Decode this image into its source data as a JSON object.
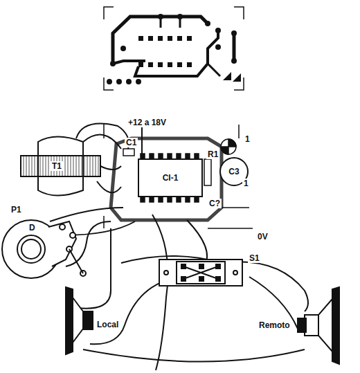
{
  "diagram": {
    "nodes": [
      {
        "text": [
          "T1"
        ]
      },
      {
        "text": [
          "CI-1"
        ]
      },
      {
        "text": [
          "C3"
        ]
      }
    ],
    "labels": [
      "+12 a 18V",
      "C1",
      "R1",
      "C?",
      "0V",
      "S1",
      "P1",
      "D",
      "Local",
      "Remoto",
      "1",
      "1"
    ]
  }
}
